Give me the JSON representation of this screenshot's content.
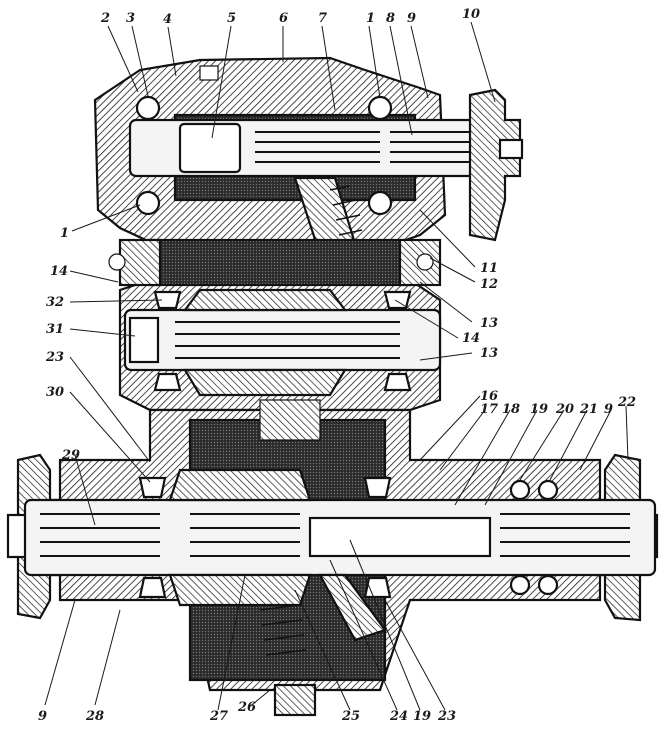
{
  "diagram": {
    "callouts": [
      {
        "id": "c2",
        "text": "2"
      },
      {
        "id": "c3",
        "text": "3"
      },
      {
        "id": "c4",
        "text": "4"
      },
      {
        "id": "c5",
        "text": "5"
      },
      {
        "id": "c6",
        "text": "6"
      },
      {
        "id": "c7",
        "text": "7"
      },
      {
        "id": "c1top",
        "text": "1"
      },
      {
        "id": "c8",
        "text": "8"
      },
      {
        "id": "c9top",
        "text": "9"
      },
      {
        "id": "c10",
        "text": "10"
      },
      {
        "id": "c1left",
        "text": "1"
      },
      {
        "id": "c11",
        "text": "11"
      },
      {
        "id": "c12",
        "text": "12"
      },
      {
        "id": "c14left",
        "text": "14"
      },
      {
        "id": "c13a",
        "text": "13"
      },
      {
        "id": "c32",
        "text": "32"
      },
      {
        "id": "c14right",
        "text": "14"
      },
      {
        "id": "c31",
        "text": "31"
      },
      {
        "id": "c13b",
        "text": "13"
      },
      {
        "id": "c23left",
        "text": "23"
      },
      {
        "id": "c30",
        "text": "30"
      },
      {
        "id": "c16",
        "text": "16"
      },
      {
        "id": "c17",
        "text": "17"
      },
      {
        "id": "c18",
        "text": "18"
      },
      {
        "id": "c19top",
        "text": "19"
      },
      {
        "id": "c20",
        "text": "20"
      },
      {
        "id": "c21",
        "text": "21"
      },
      {
        "id": "c9right",
        "text": "9"
      },
      {
        "id": "c22",
        "text": "22"
      },
      {
        "id": "c29",
        "text": "29"
      },
      {
        "id": "c9bottom",
        "text": "9"
      },
      {
        "id": "c28",
        "text": "28"
      },
      {
        "id": "c27",
        "text": "27"
      },
      {
        "id": "c26",
        "text": "26"
      },
      {
        "id": "c25",
        "text": "25"
      },
      {
        "id": "c24",
        "text": "24"
      },
      {
        "id": "c19bottom",
        "text": "19"
      },
      {
        "id": "c23bottom",
        "text": "23"
      }
    ]
  }
}
